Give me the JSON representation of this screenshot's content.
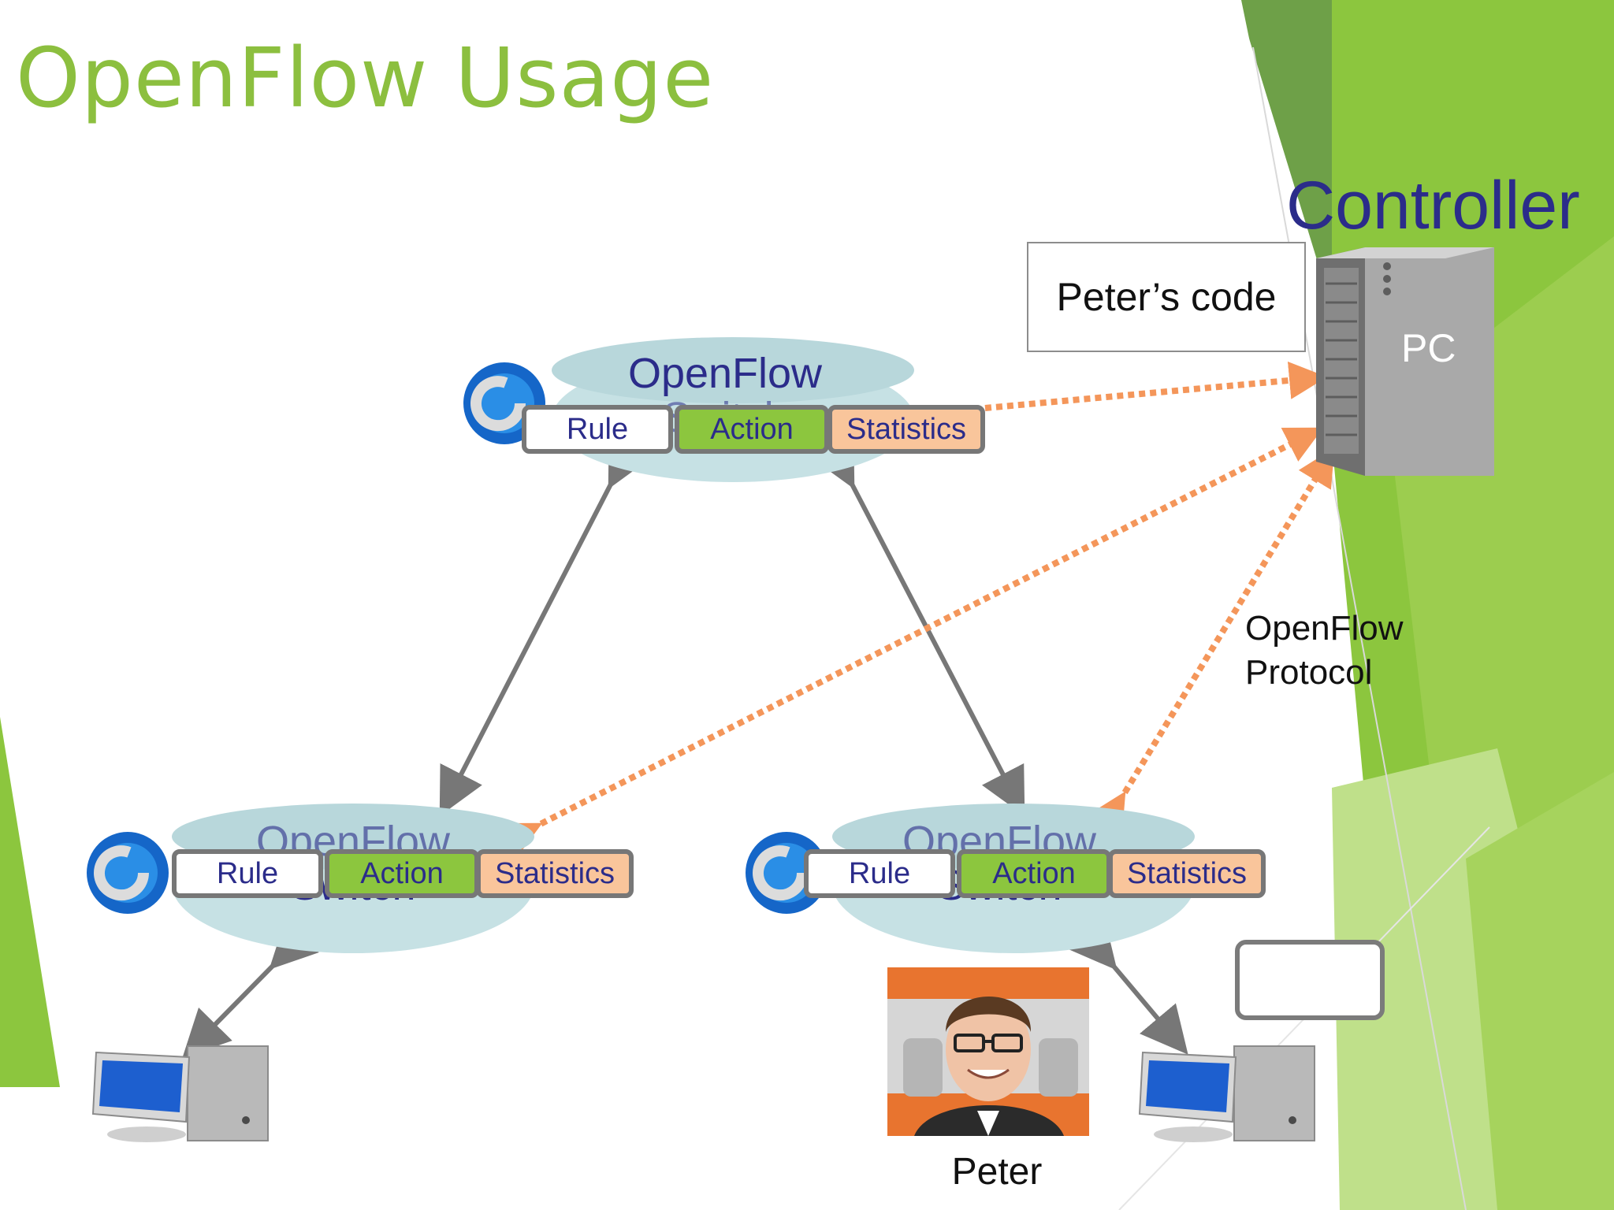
{
  "slide": {
    "title": "OpenFlow Usage",
    "controller_label": "Controller",
    "code_label": "Peter’s code",
    "pc_label": "PC",
    "protocol_label": [
      "OpenFlow",
      "Protocol"
    ],
    "person_label": "Peter"
  },
  "switches": [
    {
      "title_line1": "OpenFlow",
      "title_line2": "Switch",
      "rule": "Rule",
      "action": "Action",
      "statistics": "Statistics"
    },
    {
      "title_line1": "OpenFlow",
      "title_line2": "Switch",
      "rule": "Rule",
      "action": "Action",
      "statistics": "Statistics"
    },
    {
      "title_line1": "OpenFlow",
      "title_line2": "Switch",
      "rule": "Rule",
      "action": "Action",
      "statistics": "Statistics"
    }
  ],
  "colors": {
    "title_green": "#8cbf3f",
    "label_navy": "#2b2c8a",
    "link_gray": "#777777",
    "control_orange": "#f4965a",
    "switch_teal": "#c6e1e4",
    "action_green": "#8cc63e",
    "stats_peach": "#f9c59b"
  },
  "icons": [
    "switch-router-icon",
    "server-tower-icon",
    "desktop-computer-icon",
    "person-photo"
  ]
}
